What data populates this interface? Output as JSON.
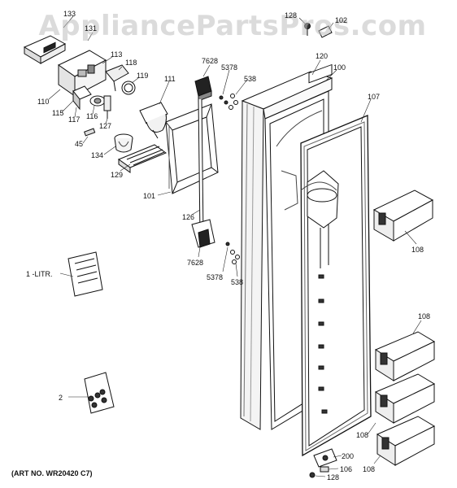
{
  "watermark": "AppliancePartsPros.com",
  "art_number": "(ART NO. WR20420 C7)",
  "callouts": {
    "c133": "133",
    "c131": "131",
    "c128a": "128",
    "c102": "102",
    "c113": "113",
    "c118": "118",
    "c119": "119",
    "c110": "110",
    "c115": "115",
    "c117": "117",
    "c116": "116",
    "c127": "127",
    "c111": "111",
    "c7628a": "7628",
    "c5378a": "5378",
    "c538a": "538",
    "c120": "120",
    "c100": "100",
    "c107": "107",
    "c45": "45",
    "c134": "134",
    "c129": "129",
    "c101": "101",
    "c126": "126",
    "c7628b": "7628",
    "c5378b": "5378",
    "c538b": "538",
    "c108a": "108",
    "c1litr": "1 -LITR.",
    "c108b": "108",
    "c2": "2",
    "c108c": "108",
    "c108d": "108",
    "c200": "200",
    "c106": "106",
    "c128b": "128"
  }
}
